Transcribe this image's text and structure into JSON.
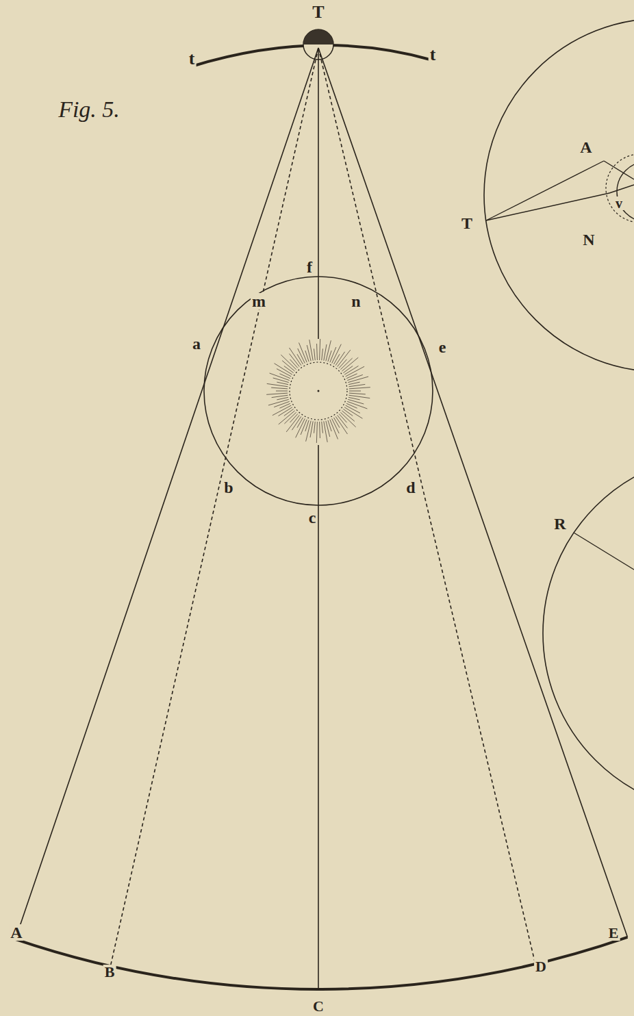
{
  "diagram": {
    "labels": [
      "Fig. 5.",
      "T",
      "t",
      "t",
      "f",
      "m",
      "n",
      "a",
      "e",
      "b",
      "c",
      "d",
      "A",
      "B",
      "C",
      "D",
      "E",
      "A",
      "T",
      "v",
      "N",
      "R"
    ]
  }
}
